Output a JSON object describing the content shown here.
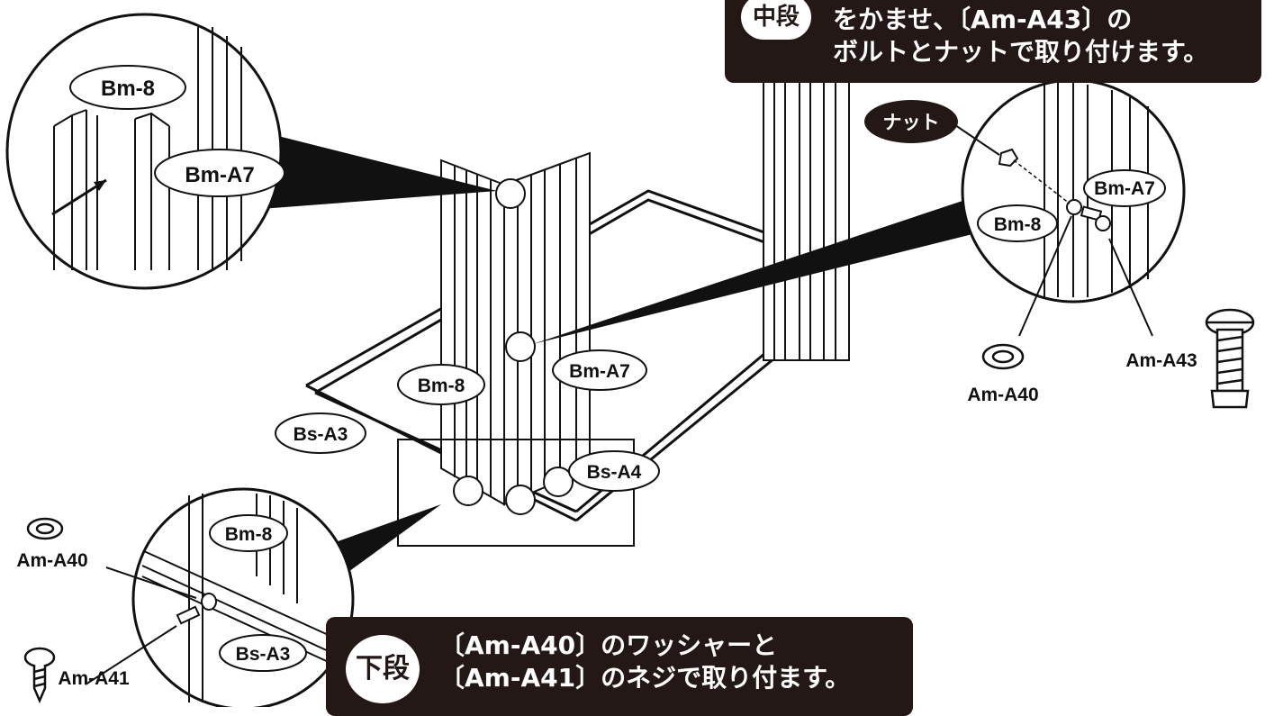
{
  "top_instruction": {
    "badge": "中段",
    "lines": [
      "をかませ、〔Am-A43〕の",
      "ボルトとナットで取り付けます。"
    ]
  },
  "bottom_instruction": {
    "badge": "下段",
    "lines": [
      "〔Am-A40〕のワッシャーと",
      "〔Am-A41〕のネジで取り付ます。"
    ]
  },
  "labels": {
    "detail_top_left": {
      "upper": "Bm-8",
      "lower": "Bm-A7"
    },
    "detail_right": {
      "nut": "ナット",
      "panel_a": "Bm-A7",
      "panel_b": "Bm-8"
    },
    "main": {
      "panel_left": "Bm-8",
      "panel_right": "Bm-A7",
      "base_left": "Bs-A3",
      "base_right": "Bs-A4"
    },
    "detail_bottom": {
      "panel": "Bm-8",
      "base": "Bs-A3"
    },
    "parts": {
      "washer_right": "Am-A40",
      "bolt_right": "Am-A43",
      "washer_left": "Am-A40",
      "screw_left": "Am-A41"
    }
  }
}
